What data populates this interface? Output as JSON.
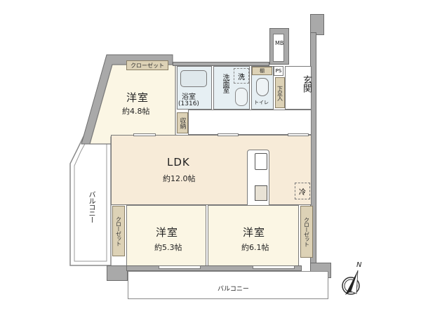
{
  "floor_plan": {
    "rooms": {
      "western_room_1": {
        "name": "洋室",
        "area": "約4.8帖"
      },
      "western_room_2": {
        "name": "洋室",
        "area": "約5.3帖"
      },
      "western_room_3": {
        "name": "洋室",
        "area": "約6.1帖"
      },
      "ldk": {
        "name": "LDK",
        "area": "約12.0帖"
      },
      "bathroom": {
        "name": "浴室",
        "size": "(1316)"
      },
      "washroom": {
        "name": "洗面室"
      },
      "toilet": {
        "name": "トイレ"
      },
      "entrance": {
        "name": "玄関"
      }
    },
    "storage": {
      "closet_top": "クローゼット",
      "closet_left": "クローゼット",
      "closet_right": "クローゼット",
      "shuno": "収納",
      "shelf": "棚",
      "shoe_box": "下足入"
    },
    "fixtures": {
      "washer": "洗",
      "fridge": "冷",
      "meter_box": "MB",
      "pipe_space": "PS"
    },
    "balconies": {
      "west": "バルコニー",
      "south": "バルコニー"
    },
    "compass": {
      "label": "N"
    },
    "colors": {
      "wall": "#a9a9a9",
      "room_beige": "#fbf6e4",
      "ldk": "#f7ebd8",
      "wet_area": "#e6eff3",
      "closet": "#ddd2b6"
    }
  }
}
